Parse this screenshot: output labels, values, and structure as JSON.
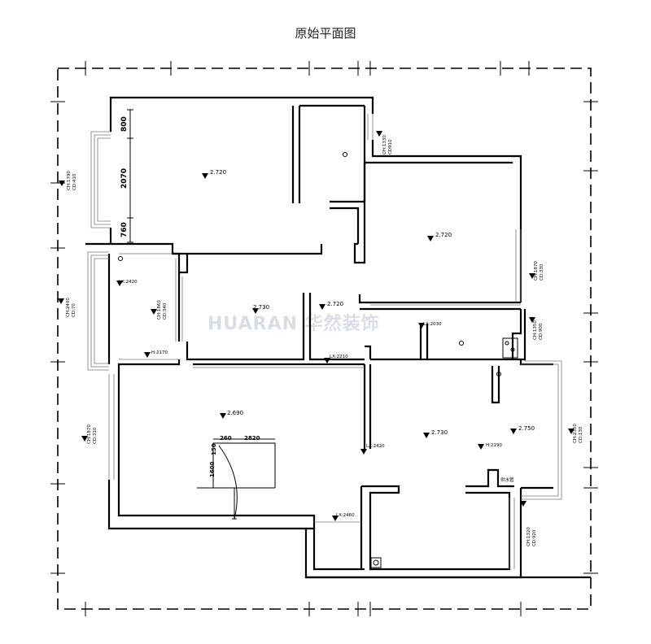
{
  "title": "原始平面图",
  "watermark": "HUARAN 华然装饰",
  "levels": {
    "l1": "2.720",
    "l2": "2.720",
    "l3": "2.730",
    "l4": "2.720",
    "l5": "2.690",
    "l6": "2.730",
    "l7": "2.750"
  },
  "beams": {
    "lx_2420_a": "LX:2420",
    "lx_2030": "LX:2030",
    "lx_2210": "LX:2210",
    "lx_2420_b": "LX:2420",
    "lx_2460": "LX:2460",
    "h_2170": "H:2170",
    "h_2190": "H:2190"
  },
  "windows": {
    "w1": {
      "ch": "CH:1790",
      "cd": "CD:410"
    },
    "w2": {
      "ch": "CH:1330",
      "cd": "CD910"
    },
    "w3": {
      "ch": "CH:1870",
      "cd": "CD:330"
    },
    "w4": {
      "ch": "CH:2400",
      "cd": "CD:70"
    },
    "w5": {
      "ch": "CH:1860",
      "cd": "CD:340"
    },
    "w6": {
      "ch": "CH:1350",
      "cd": "CD:900"
    },
    "w7": {
      "ch": "CH:1870",
      "cd": "CD:310"
    },
    "w8": {
      "ch": "CH:2350",
      "cd": "CD:130"
    },
    "w9": {
      "ch": "CH:1320",
      "cd": "CD:920"
    }
  },
  "dimensions": {
    "d800": "800",
    "d2070": "2070",
    "d760": "760",
    "d260": "260",
    "d2820": "2820",
    "d150": "150",
    "d1600": "1600"
  },
  "notes": {
    "water_pipe": "供水管"
  }
}
